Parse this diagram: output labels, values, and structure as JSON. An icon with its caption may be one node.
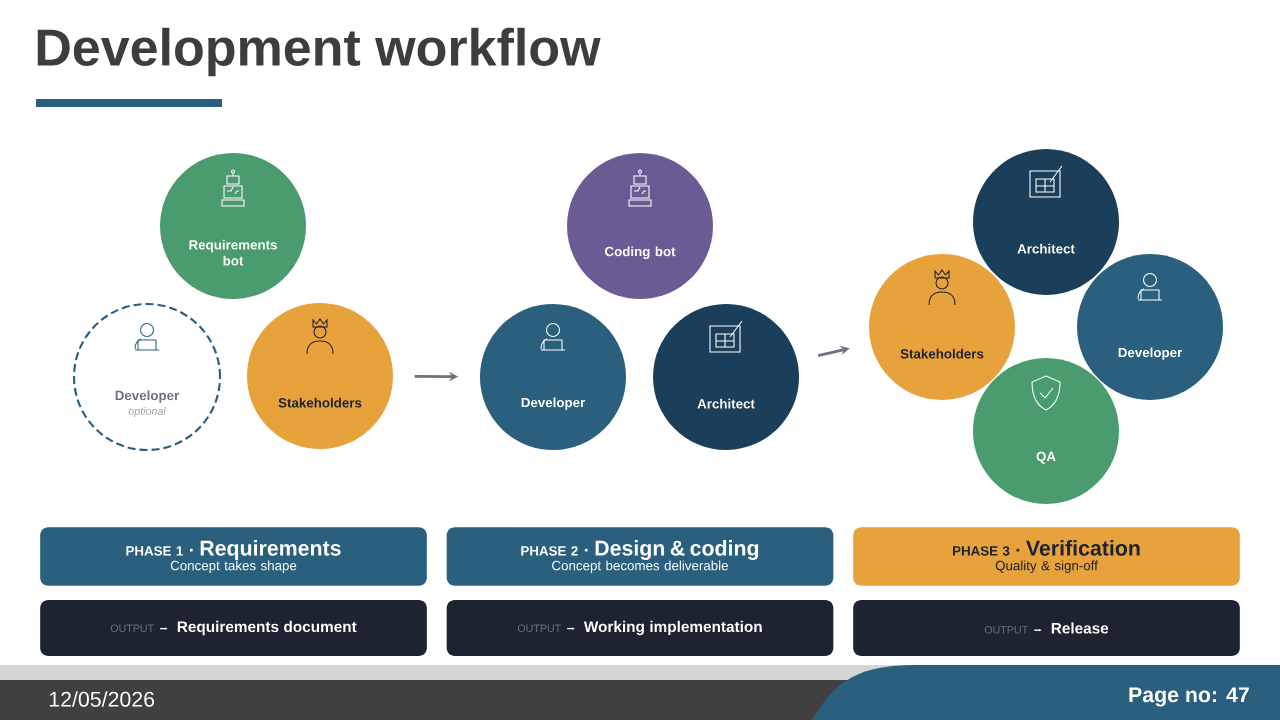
{
  "diagram": {
    "title": "Development workflow",
    "nodes": [
      {
        "text": [
          "Requirements bot"
        ]
      },
      {
        "text": [
          "Developer",
          "optional"
        ]
      },
      {
        "text": [
          "Stakeholders"
        ]
      },
      {
        "text": [
          "Coding bot"
        ]
      },
      {
        "text": [
          "Developer"
        ]
      },
      {
        "text": [
          "Architect"
        ]
      },
      {
        "text": [
          "Architect"
        ]
      },
      {
        "text": [
          "Stakeholders"
        ]
      },
      {
        "text": [
          "Developer"
        ]
      },
      {
        "text": [
          "QA"
        ]
      },
      {
        "text": [
          "PHASE 1",
          "Requirements",
          "Concept takes shape"
        ]
      },
      {
        "text": [
          "PHASE 2",
          "Design & coding",
          "Concept becomes deliverable"
        ]
      },
      {
        "text": [
          "PHASE 3",
          "Verification",
          "Quality & sign-off"
        ]
      },
      {
        "text": [
          "OUTPUT",
          "Requirements document"
        ]
      },
      {
        "text": [
          "OUTPUT",
          "Working implementation"
        ]
      },
      {
        "text": [
          "OUTPUT",
          "Release"
        ]
      }
    ],
    "edges": [
      {
        "from": 2,
        "to": 4,
        "arrow": "to"
      },
      {
        "from": 5,
        "to": 7,
        "arrow": "to"
      }
    ],
    "labels": [
      "12/05/2026",
      "Page no: 47"
    ]
  }
}
